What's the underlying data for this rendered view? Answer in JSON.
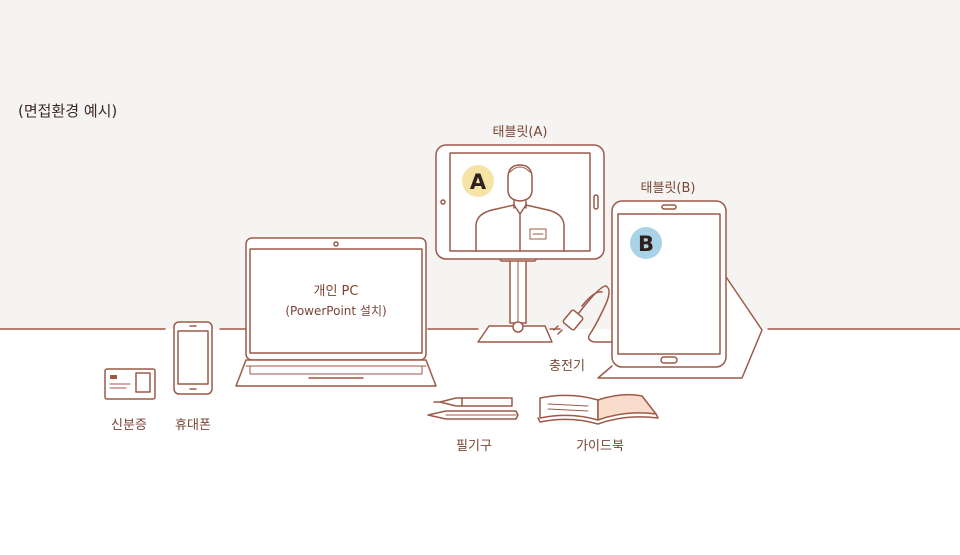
{
  "heading": "(면접환경 예시)",
  "labels": {
    "tablet_a": "태블릿(A)",
    "tablet_b": "태블릿(B)",
    "laptop_line1": "개인 PC",
    "laptop_line2": "(PowerPoint 설치)",
    "charger": "충전기",
    "id_card": "신분증",
    "phone": "휴대폰",
    "writing_tool": "필기구",
    "guidebook": "가이드북"
  },
  "badges": {
    "a": "A",
    "b": "B"
  },
  "colors": {
    "line": "#9c5a48",
    "text": "#7a4534",
    "badge_a": "#f6e3a6",
    "badge_b": "#a9d3e6",
    "book_fill": "#f9dccb",
    "background_top": "#f6f4f2"
  }
}
